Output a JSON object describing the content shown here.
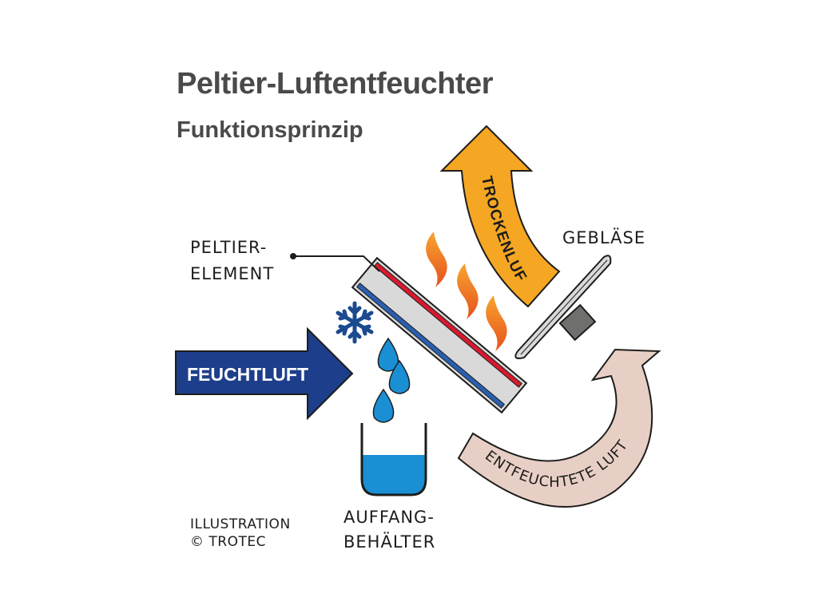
{
  "title": "Peltier-Luftentfeuchter",
  "subtitle": "Funktionsprinzip",
  "labels": {
    "peltier_line1": "PELTIER-",
    "peltier_line2": "ELEMENT",
    "geblaese": "GEBLÄSE",
    "feuchtluft": "FEUCHTLUFT",
    "trockenluft": "TROCKENLUFT",
    "entfeuchtete_luft": "ENTFEUCHTETE LUFT",
    "auffang_line1": "AUFFANG-",
    "auffang_line2": "BEHÄLTER",
    "credit_line1": "ILLUSTRATION",
    "credit_line2": "© TROTEC"
  },
  "colors": {
    "feuchtluft_arrow": "#1d3e8a",
    "trockenluft_arrow": "#f5a623",
    "entfeuchtete_arrow": "#e8cfc6",
    "water": "#1a8fd4",
    "snowflake": "#1a4a8f",
    "peltier_hot": "#d7192f",
    "peltier_cold": "#2a5fb0",
    "peltier_body": "#d9d9d9",
    "heat_flame": "#f08a1c"
  },
  "icons": [
    "snowflake-icon",
    "water-drop-icon",
    "heat-flame-icon",
    "fan-icon"
  ]
}
